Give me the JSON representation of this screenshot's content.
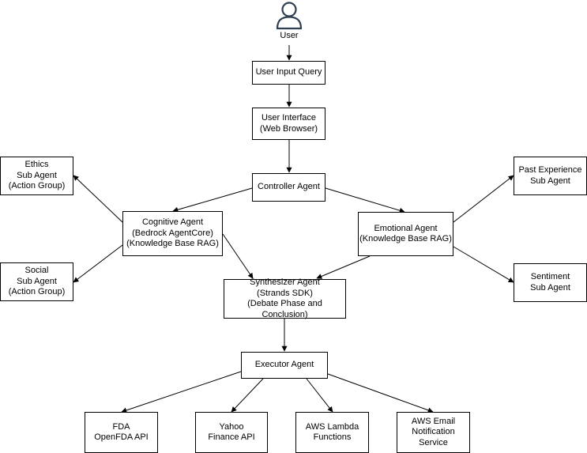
{
  "user": {
    "label": "User",
    "icon": "user-icon"
  },
  "nodes": {
    "input": {
      "lines": [
        "User Input Query"
      ]
    },
    "ui": {
      "lines": [
        "User Interface",
        "(Web Browser)"
      ]
    },
    "controller": {
      "lines": [
        "Controller Agent"
      ]
    },
    "ethics": {
      "lines": [
        "Ethics",
        "Sub Agent",
        "(Action Group)"
      ]
    },
    "social": {
      "lines": [
        "Social",
        "Sub Agent",
        "(Action Group)"
      ]
    },
    "cognitive": {
      "lines": [
        "Cognitive Agent",
        "(Bedrock AgentCore)",
        "(Knowledge Base RAG)"
      ]
    },
    "emotional": {
      "lines": [
        "Emotional Agent",
        "(Knowledge Base RAG)"
      ]
    },
    "past": {
      "lines": [
        "Past Experience",
        "Sub Agent"
      ]
    },
    "sentiment": {
      "lines": [
        "Sentiment",
        "Sub Agent"
      ]
    },
    "synth": {
      "lines": [
        "Synthesizer Agent",
        "(Strands SDK)",
        "(Debate Phase and Conclusion)"
      ]
    },
    "executor": {
      "lines": [
        "Executor Agent"
      ]
    },
    "fda": {
      "lines": [
        "FDA",
        "OpenFDA API"
      ]
    },
    "yahoo": {
      "lines": [
        "Yahoo",
        "Finance API"
      ]
    },
    "lambda": {
      "lines": [
        "AWS Lambda",
        "Functions"
      ]
    },
    "email": {
      "lines": [
        "AWS Email",
        "Notification",
        "Service"
      ]
    }
  },
  "colors": {
    "stroke": "#000000",
    "icon": "#2f3f52"
  }
}
